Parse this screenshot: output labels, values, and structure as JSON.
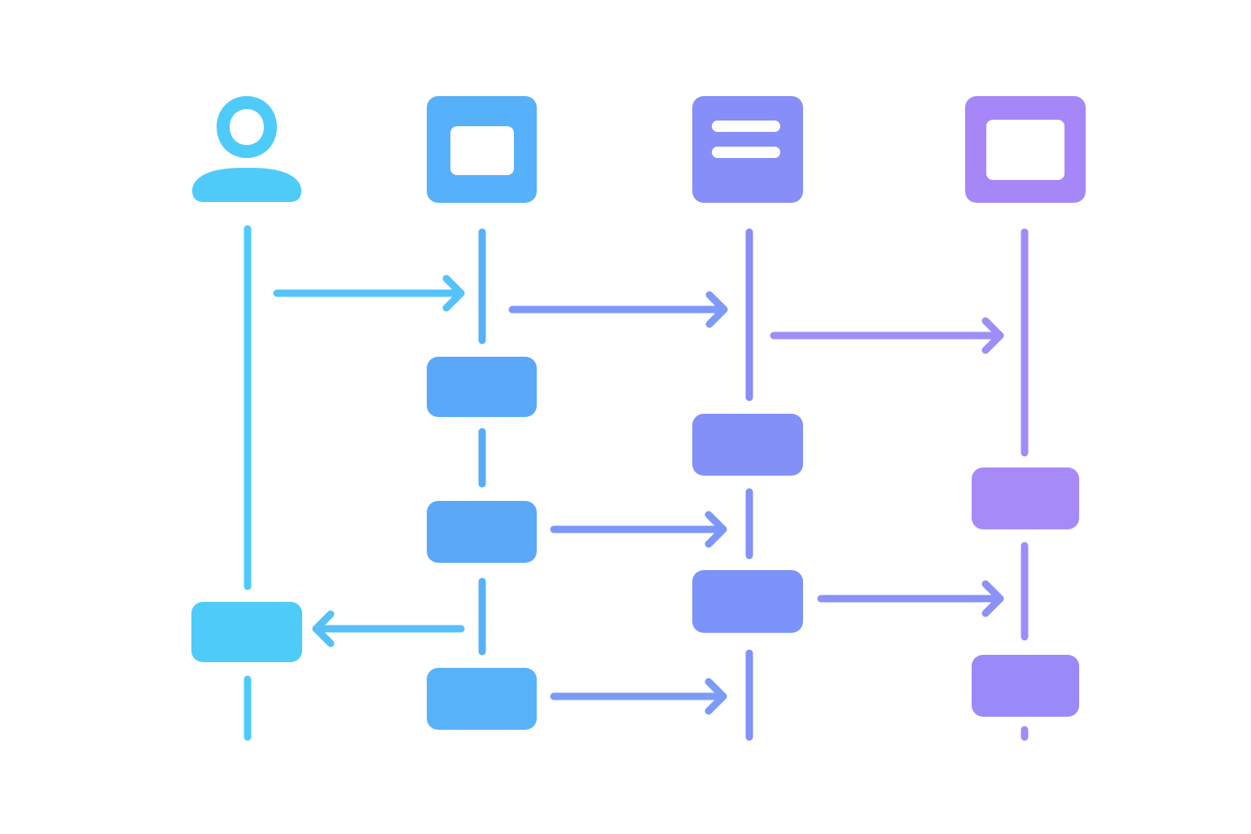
{
  "diagram": {
    "type": "sequence",
    "participants": [
      {
        "id": "user",
        "icon": "user-icon",
        "color": "#4FCBFA"
      },
      {
        "id": "client",
        "icon": "window-icon",
        "color": "#56B0FA"
      },
      {
        "id": "server",
        "icon": "document-icon",
        "color": "#878EF7"
      },
      {
        "id": "database",
        "icon": "window-icon",
        "color": "#A687F8"
      }
    ],
    "activations": [
      {
        "participant": "client",
        "color": "#5AA8F9"
      },
      {
        "participant": "client",
        "color": "#5BA8F9"
      },
      {
        "participant": "client",
        "color": "#58B2FA"
      },
      {
        "participant": "server",
        "color": "#8390F8"
      },
      {
        "participant": "server",
        "color": "#7C93F9"
      },
      {
        "participant": "database",
        "color": "#A68AF8"
      },
      {
        "participant": "database",
        "color": "#9A89F8"
      },
      {
        "participant": "user",
        "color": "#4FCBFA"
      }
    ],
    "messages": [
      {
        "from": "user",
        "to": "client",
        "color": "#55C3F9"
      },
      {
        "from": "client",
        "to": "server",
        "color": "#7E99F7"
      },
      {
        "from": "server",
        "to": "database",
        "color": "#9C8EF7"
      },
      {
        "from": "client",
        "to": "server",
        "color": "#7C97F7"
      },
      {
        "from": "server",
        "to": "database",
        "color": "#8A92F7"
      },
      {
        "from": "client",
        "to": "user",
        "color": "#56C0F9"
      },
      {
        "from": "client",
        "to": "server",
        "color": "#7A9CF7"
      }
    ]
  }
}
